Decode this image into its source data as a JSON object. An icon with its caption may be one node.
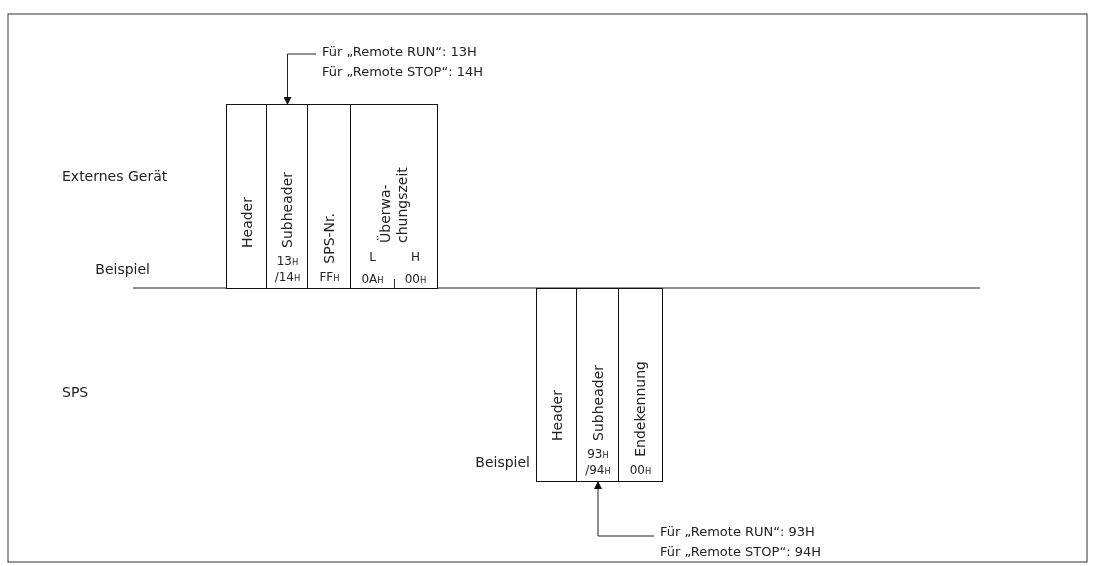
{
  "diagram": {
    "nodes": [
      {
        "text": [
          "Header"
        ]
      },
      {
        "text": [
          "Subheader",
          "13$_{H}$ /14$_{H}$"
        ]
      },
      {
        "text": [
          "SPS-Nr.",
          "FF$_{H}$"
        ]
      },
      {
        "text": [
          "Überwa- chungszeit",
          "L",
          "H",
          "0A$_{H}$",
          "00$_{H}$"
        ]
      },
      {
        "text": [
          "Für „Remote RUN“: 13H",
          "Für „Remote STOP“: 14H"
        ]
      },
      {
        "text": [
          "Header"
        ]
      },
      {
        "text": [
          "Subheader",
          "93$_{H}$ /94$_{H}$"
        ]
      },
      {
        "text": [
          "Endekennung",
          "00$_{H}$"
        ]
      },
      {
        "text": [
          "Für „Remote RUN“: 93H",
          "Für „Remote STOP“: 94H"
        ]
      }
    ],
    "edges": [
      {
        "from": 4,
        "to": 1,
        "arrow": "to"
      },
      {
        "from": 8,
        "to": 6,
        "arrow": "to"
      }
    ],
    "labels": [
      "Externes Gerät",
      "Beispiel",
      "SPS",
      "Beispiel"
    ]
  }
}
